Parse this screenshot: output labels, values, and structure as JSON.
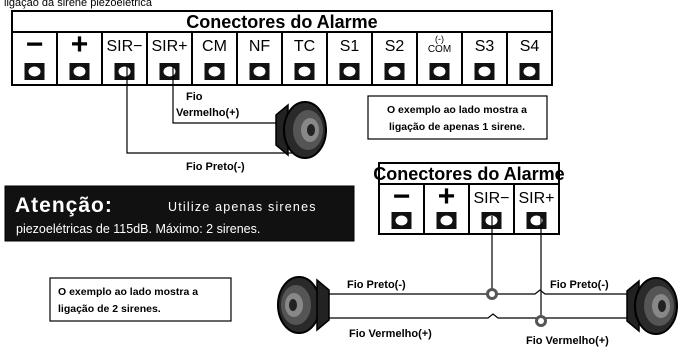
{
  "caption_top": "ligação da sirene piezoelétrica",
  "block1": {
    "title": "Conectores do Alarme",
    "terminals": [
      "−",
      "+",
      "SIR−",
      "SIR+",
      "CM",
      "NF",
      "TC",
      "S1",
      "S2",
      "(-)|COM",
      "S3",
      "S4"
    ]
  },
  "block2": {
    "title": "Conectores do Alarme",
    "terminals": [
      "−",
      "+",
      "SIR−",
      "SIR+"
    ]
  },
  "wires": {
    "red_single_line1": "Fio",
    "red_single_line2": "Vermelho(+)",
    "black_single": "Fio Preto(-)",
    "black_left": "Fio Preto(-)",
    "black_right": "Fio Preto(-)",
    "red_left": "Fio Vermelho(+)",
    "red_right": "Fio Vermelho(+)"
  },
  "note_single": {
    "line1": "O exemplo ao lado mostra a",
    "line2": "ligação de apenas 1 sirene."
  },
  "note_double": {
    "line1": "O exemplo ao lado mostra a",
    "line2": "ligação de 2 sirenes."
  },
  "warning": {
    "heading": "Atenção:",
    "line1": "Utilize apenas sirenes",
    "line2": "piezoelétricas de 115dB. Máximo: 2 sirenes."
  }
}
